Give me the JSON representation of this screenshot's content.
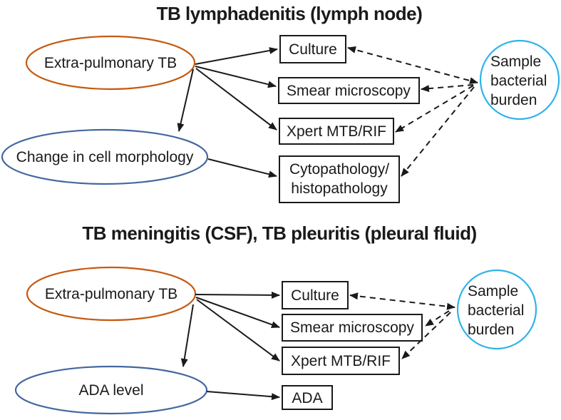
{
  "colors": {
    "orange_outline": "#C55A11",
    "blue_outline": "#44679E",
    "cyan_outline": "#2EB3E8",
    "line_black": "#1a1a1a"
  },
  "diagram1": {
    "title": "TB lymphadenitis (lymph node)",
    "extra_pulmonary_tb": "Extra-pulmonary TB",
    "change_in_cell_morphology": "Change in cell morphology",
    "culture": "Culture",
    "smear_microscopy": "Smear microscopy",
    "xpert_mtb_rif": "Xpert MTB/RIF",
    "cytopathology_line1": "Cytopathology/",
    "cytopathology_line2": "histopathology",
    "sample_bacterial_burden_line1": "Sample",
    "sample_bacterial_burden_line2": "bacterial",
    "sample_bacterial_burden_line3": "burden"
  },
  "diagram2": {
    "title": "TB meningitis (CSF), TB pleuritis (pleural fluid)",
    "extra_pulmonary_tb": "Extra-pulmonary TB",
    "ada_level": "ADA level",
    "culture": "Culture",
    "smear_microscopy": "Smear microscopy",
    "xpert_mtb_rif": "Xpert MTB/RIF",
    "ada": "ADA",
    "sample_bacterial_burden_line1": "Sample",
    "sample_bacterial_burden_line2": "bacterial",
    "sample_bacterial_burden_line3": "burden"
  }
}
